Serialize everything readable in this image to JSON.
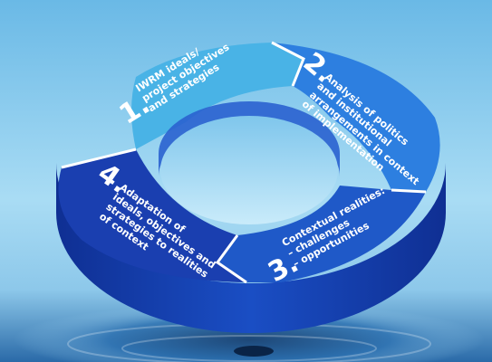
{
  "segments": [
    {
      "number": "1.",
      "lines": [
        "IWRM ideals/",
        "project objectives",
        "and strategies"
      ],
      "color": "#49b3e6"
    },
    {
      "number": "2.",
      "lines": [
        "Analysis of politics",
        "and institutional",
        "arrangements in context",
        "of implementation"
      ],
      "color": "#2d7fe0"
    },
    {
      "number": "3.",
      "lines": [
        "Contextual realities:",
        "– challenges",
        "– opportunities"
      ],
      "color": "#1f59c8"
    },
    {
      "number": "4.",
      "lines": [
        "Adaptation of",
        "ideals, objectives and",
        "strategies to realities",
        "of context"
      ],
      "color": "#1a3fb0"
    }
  ],
  "colors": {
    "sky_top": "#7cc6ec",
    "sky_bottom": "#d4eefa",
    "water_dark": "#0d3b73"
  }
}
